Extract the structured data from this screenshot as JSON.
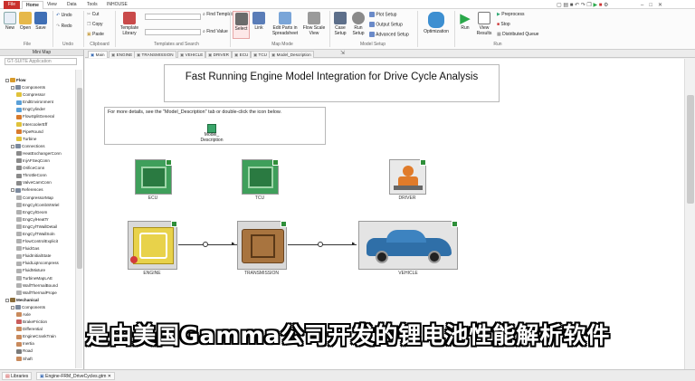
{
  "menu": {
    "file": "File",
    "tabs": [
      "Home",
      "View",
      "Data",
      "Tools",
      "INHOUSE"
    ]
  },
  "ribbon": {
    "file_group": {
      "new": "New",
      "open": "Open",
      "save": "Save",
      "label": "File"
    },
    "undo_group": {
      "undo": "Undo",
      "redo": "Redo",
      "label": "Undo"
    },
    "clipboard": {
      "cut": "Cut",
      "copy": "Copy",
      "paste": "Paste",
      "label": "Clipboard"
    },
    "templates": {
      "library": "Template Library",
      "find_template": "Find Template",
      "find_value": "Find Value",
      "label": "Templates and Search"
    },
    "mapmode": {
      "select": "Select",
      "link": "Link",
      "edit_parts": "Edit Parts in Spreadsheet",
      "flow_scale": "Flow Scale View",
      "label": "Map Mode"
    },
    "modelsetup": {
      "case_setup": "Case Setup",
      "run_setup": "Run Setup",
      "plot_setup": "Plot Setup",
      "output_setup": "Output Setup",
      "advanced_setup": "Advanced Setup",
      "label": "Model Setup"
    },
    "optimization": "Optimization",
    "run": {
      "run": "Run",
      "view_results": "View Results",
      "preprocess": "Preprocess",
      "stop": "Stop",
      "distributed_queue": "Distributed Queue",
      "label": "Run"
    }
  },
  "left_panel": {
    "title": "Mini Map",
    "selector": "GT-SUITE Application",
    "tree": [
      {
        "label": "Flow",
        "level": 0,
        "bold": true,
        "color": "#d89b2c"
      },
      {
        "label": "Components",
        "level": 1,
        "color": "#7c8a9e"
      },
      {
        "label": "Compressor",
        "level": 2,
        "color": "#e0c23a"
      },
      {
        "label": "EndEnvironment",
        "level": 2,
        "color": "#5aa0d8"
      },
      {
        "label": "EngCylinder",
        "level": 2,
        "color": "#5aa0d8"
      },
      {
        "label": "FlowSplitGeneral",
        "level": 2,
        "color": "#d87a2c"
      },
      {
        "label": "IntercoolerEff",
        "level": 2,
        "color": "#e0c23a"
      },
      {
        "label": "PipeRound",
        "level": 2,
        "color": "#d87a2c"
      },
      {
        "label": "Turbine",
        "level": 2,
        "color": "#e0c23a"
      },
      {
        "label": "Connections",
        "level": 1,
        "color": "#7c8a9e"
      },
      {
        "label": "HeatExchangerConn",
        "level": 2,
        "color": "#8a8a8a"
      },
      {
        "label": "InjAFSeqConn",
        "level": 2,
        "color": "#8a8a8a"
      },
      {
        "label": "OrificeConn",
        "level": 2,
        "color": "#8a8a8a"
      },
      {
        "label": "ThrottleConn",
        "level": 2,
        "color": "#8a8a8a"
      },
      {
        "label": "ValveCamConn",
        "level": 2,
        "color": "#8a8a8a"
      },
      {
        "label": "References",
        "level": 1,
        "color": "#7c8a9e"
      },
      {
        "label": "CompressorMap",
        "level": 2,
        "color": "#b0b0b0"
      },
      {
        "label": "EngCylCombSIWiel",
        "level": 2,
        "color": "#b0b0b0"
      },
      {
        "label": "EngCylGeom",
        "level": 2,
        "color": "#b0b0b0"
      },
      {
        "label": "EngCylHeatTr",
        "level": 2,
        "color": "#b0b0b0"
      },
      {
        "label": "EngCylTWallDetail",
        "level": 2,
        "color": "#b0b0b0"
      },
      {
        "label": "EngCylTWallSoln",
        "level": 2,
        "color": "#b0b0b0"
      },
      {
        "label": "FlowControlExplicit",
        "level": 2,
        "color": "#b0b0b0"
      },
      {
        "label": "FluidGas",
        "level": 2,
        "color": "#b0b0b0"
      },
      {
        "label": "FluidInitialState",
        "level": 2,
        "color": "#b0b0b0"
      },
      {
        "label": "FluidLiqIncompress",
        "level": 2,
        "color": "#b0b0b0"
      },
      {
        "label": "FluidMixture",
        "level": 2,
        "color": "#b0b0b0"
      },
      {
        "label": "TurbineMapLAE",
        "level": 2,
        "color": "#b0b0b0"
      },
      {
        "label": "WallThermalBound",
        "level": 2,
        "color": "#b0b0b0"
      },
      {
        "label": "WallThermalPrope",
        "level": 2,
        "color": "#b0b0b0"
      },
      {
        "label": "Mechanical",
        "level": 0,
        "bold": true,
        "color": "#8a6d3b"
      },
      {
        "label": "Components",
        "level": 1,
        "color": "#7c8a9e"
      },
      {
        "label": "Axle",
        "level": 2,
        "color": "#c98a5c"
      },
      {
        "label": "BrakeFriction",
        "level": 2,
        "color": "#c95c5c"
      },
      {
        "label": "Differential",
        "level": 2,
        "color": "#c98a5c"
      },
      {
        "label": "EngineCrankTrain",
        "level": 2,
        "color": "#c98a5c"
      },
      {
        "label": "Inertia",
        "level": 2,
        "color": "#c98a5c"
      },
      {
        "label": "Road",
        "level": 2,
        "color": "#7a7a7a"
      },
      {
        "label": "Shaft",
        "level": 2,
        "color": "#c98a5c"
      }
    ]
  },
  "model_tabs": [
    "Main",
    "ENGINE",
    "TRANSMISSION",
    "VEHICLE",
    "DRIVER",
    "ECU",
    "TCU",
    "Model_Description"
  ],
  "canvas": {
    "title": "Fast Running Engine Model Integration for Drive Cycle Analysis",
    "note": "For more details, see the \"Model_Description\" tab or double-click the icon below.",
    "desc_label": "Model_\nDescription",
    "components": {
      "ecu": "ECU",
      "tcu": "TCU",
      "driver": "DRIVER",
      "engine": "ENGINE",
      "transmission": "TRANSMISSION",
      "vehicle": "VEHICLE"
    }
  },
  "subtitle": "是由美国Gamma公司开发的锂电池性能解析软件",
  "status": {
    "libraries": "Libraries",
    "file_tab": "Engine-FRM_DriveCycles.gtm"
  }
}
